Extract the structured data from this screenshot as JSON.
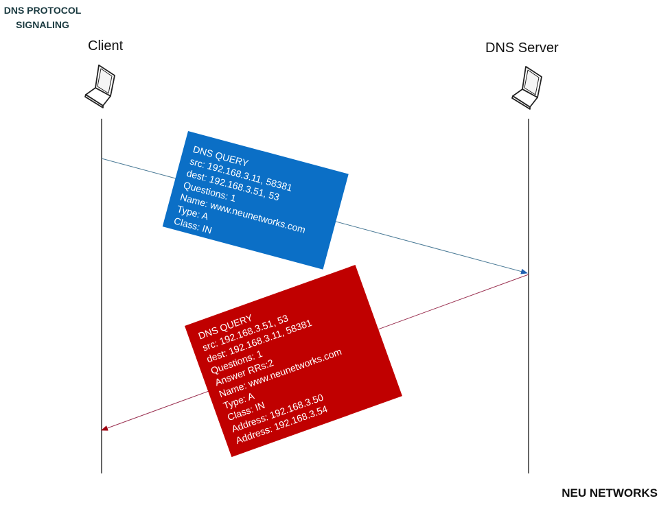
{
  "title_lines": [
    "DNS PROTOCOL",
    "SIGNALING"
  ],
  "actors": {
    "client": {
      "label": "Client",
      "icon": "laptop-icon"
    },
    "server": {
      "label": "DNS Server",
      "icon": "laptop-icon"
    }
  },
  "colors": {
    "query": "#0b6fc6",
    "response": "#c00000",
    "lifeline": "#333333"
  },
  "messages": [
    {
      "direction": "client-to-server",
      "lines": [
        "DNS QUERY",
        "src: 192.168.3.11, 58381",
        "dest: 192.168.3.51, 53",
        "Questions: 1",
        "Name: www.neunetworks.com",
        "Type: A",
        "Class: IN"
      ]
    },
    {
      "direction": "server-to-client",
      "lines": [
        "DNS QUERY",
        "src: 192.168.3.51, 53",
        "dest: 192.168.3.11, 58381",
        "Questions: 1",
        "Answer RRs:2",
        "Name: www.neunetworks.com",
        "Type: A",
        "Class: IN",
        "Address: 192.168.3.50",
        "Address: 192.168.3.54"
      ]
    }
  ],
  "footer": "NEU NETWORKS"
}
